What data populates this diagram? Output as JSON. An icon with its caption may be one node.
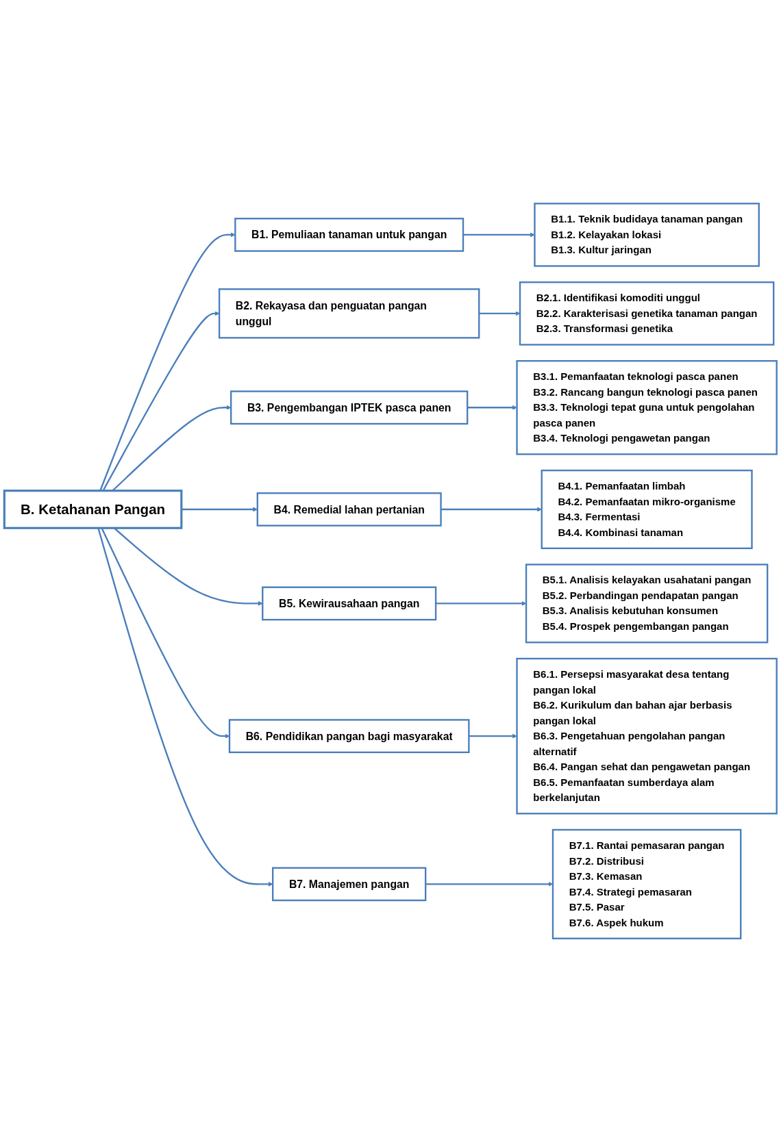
{
  "diagram": {
    "nodes": [
      {
        "text": [
          "B. Ketahanan Pangan"
        ]
      },
      {
        "text": [
          "B1. Pemuliaan tanaman untuk pangan"
        ]
      },
      {
        "text": [
          "B1.1. Teknik budidaya tanaman pangan",
          "B1.2. Kelayakan lokasi",
          "B1.3. Kultur jaringan"
        ]
      },
      {
        "text": [
          "B2. Rekayasa dan penguatan pangan unggul"
        ]
      },
      {
        "text": [
          "B2.1. Identifikasi komoditi unggul",
          "B2.2. Karakterisasi genetika tanaman pangan",
          "B2.3. Transformasi genetika"
        ]
      },
      {
        "text": [
          "B3. Pengembangan IPTEK pasca panen"
        ]
      },
      {
        "text": [
          "B3.1. Pemanfaatan teknologi pasca panen",
          "B3.2. Rancang bangun teknologi pasca panen",
          "B3.3. Teknologi tepat guna untuk pengolahan pasca panen",
          "B3.4. Teknologi pengawetan pangan"
        ]
      },
      {
        "text": [
          "B4. Remedial lahan pertanian"
        ]
      },
      {
        "text": [
          "B4.1. Pemanfaatan limbah",
          "B4.2. Pemanfaatan mikro-organisme",
          "B4.3. Fermentasi",
          "B4.4. Kombinasi tanaman"
        ]
      },
      {
        "text": [
          "B5. Kewirausahaan pangan"
        ]
      },
      {
        "text": [
          "B5.1. Analisis kelayakan usahatani pangan",
          "B5.2. Perbandingan pendapatan pangan",
          "B5.3. Analisis kebutuhan konsumen",
          "B5.4. Prospek pengembangan pangan"
        ]
      },
      {
        "text": [
          "B6. Pendidikan pangan bagi masyarakat"
        ]
      },
      {
        "text": [
          "B6.1. Persepsi masyarakat desa tentang pangan lokal",
          "B6.2. Kurikulum dan bahan ajar berbasis pangan lokal",
          "B6.3. Pengetahuan pengolahan pangan alternatif",
          "B6.4. Pangan sehat dan pengawetan pangan",
          "B6.5. Pemanfaatan sumberdaya alam berkelanjutan"
        ]
      },
      {
        "text": [
          "B7. Manajemen pangan"
        ]
      },
      {
        "text": [
          "B7.1. Rantai pemasaran pangan",
          "B7.2. Distribusi",
          "B7.3. Kemasan",
          "B7.4. Strategi pemasaran",
          "B7.5. Pasar",
          "B7.6. Aspek hukum"
        ]
      }
    ],
    "edges": [
      {
        "from": 0,
        "to": 1,
        "arrow": "to"
      },
      {
        "from": 1,
        "to": 2,
        "arrow": "to"
      },
      {
        "from": 0,
        "to": 3,
        "arrow": "to"
      },
      {
        "from": 3,
        "to": 4,
        "arrow": "to"
      },
      {
        "from": 0,
        "to": 5,
        "arrow": "to"
      },
      {
        "from": 5,
        "to": 6,
        "arrow": "to"
      },
      {
        "from": 0,
        "to": 7,
        "arrow": "to"
      },
      {
        "from": 7,
        "to": 8,
        "arrow": "to"
      },
      {
        "from": 0,
        "to": 9,
        "arrow": "to"
      },
      {
        "from": 9,
        "to": 10,
        "arrow": "to"
      },
      {
        "from": 0,
        "to": 11,
        "arrow": "to"
      },
      {
        "from": 11,
        "to": 12,
        "arrow": "to"
      },
      {
        "from": 0,
        "to": 13,
        "arrow": "to"
      },
      {
        "from": 13,
        "to": 14,
        "arrow": "to"
      }
    ]
  }
}
